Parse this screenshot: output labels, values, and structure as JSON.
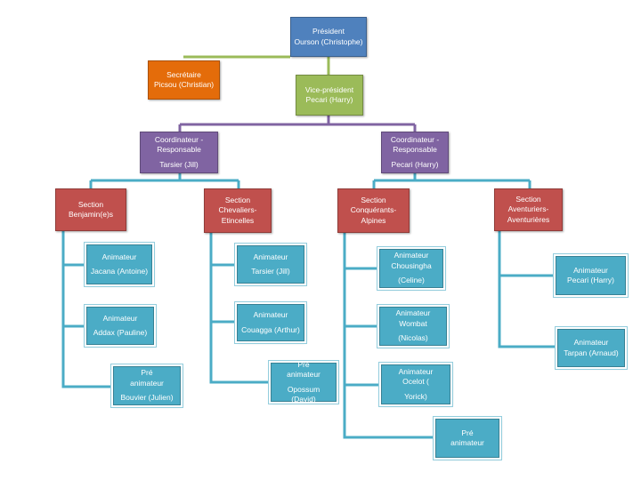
{
  "colors": {
    "president": "#4f81bd",
    "secretary": "#e46c0a",
    "vice_president": "#9bbb59",
    "coordinator": "#8064a2",
    "section": "#c0504d",
    "animator": "#4bacc6"
  },
  "president": {
    "role": "Président",
    "name": "Ourson (Christophe)"
  },
  "secretary": {
    "role": "Secrétaire",
    "name": "Picsou (Christian)"
  },
  "vice_president": {
    "role": "Vice-président",
    "name": "Pecari (Harry)"
  },
  "coordinators": [
    {
      "role_line1": "Coordinateur -",
      "role_line2": "Responsable",
      "name": "Tarsier (Jill)"
    },
    {
      "role_line1": "Coordinateur -",
      "role_line2": "Responsable",
      "name": "Pecari (Harry)"
    }
  ],
  "sections": [
    {
      "line1": "Section",
      "line2": "Benjamin(e)s",
      "line3": ""
    },
    {
      "line1": "Section",
      "line2": "Chevaliers-",
      "line3": "Etincelles"
    },
    {
      "line1": "Section",
      "line2": "Conquérants-",
      "line3": "Alpines"
    },
    {
      "line1": "Section",
      "line2": "Aventuriers-",
      "line3": "Aventurières"
    }
  ],
  "animators": {
    "benjamins": [
      {
        "line1": "Animateur",
        "line2": "Jacana (Antoine)"
      },
      {
        "line1": "Animateur",
        "line2": "Addax (Pauline)"
      },
      {
        "line1": "Pré",
        "line2": "animateur",
        "line3": "Bouvier (Julien)"
      }
    ],
    "chevaliers": [
      {
        "line1": "Animateur",
        "line2": "Tarsier (Jill)"
      },
      {
        "line1": "Animateur",
        "line2": "Couagga (Arthur)"
      },
      {
        "line1": "Pré",
        "line2": "animateur",
        "line3": "Opossum (David)"
      }
    ],
    "conquerants": [
      {
        "line1": "Animateur",
        "line2": "Chousingha",
        "line3": "(Celine)"
      },
      {
        "line1": "Animateur",
        "line2": "Wombat",
        "line3": "(Nicolas)"
      },
      {
        "line1": "Animateur",
        "line2": "Ocelot (",
        "line3": "Yorick)"
      },
      {
        "line1": "Pré",
        "line2": "animateur"
      }
    ],
    "aventuriers": [
      {
        "line1": "Animateur",
        "line2": "Pecari (Harry)"
      },
      {
        "line1": "Animateur",
        "line2": "Tarpan (Arnaud)"
      }
    ]
  }
}
